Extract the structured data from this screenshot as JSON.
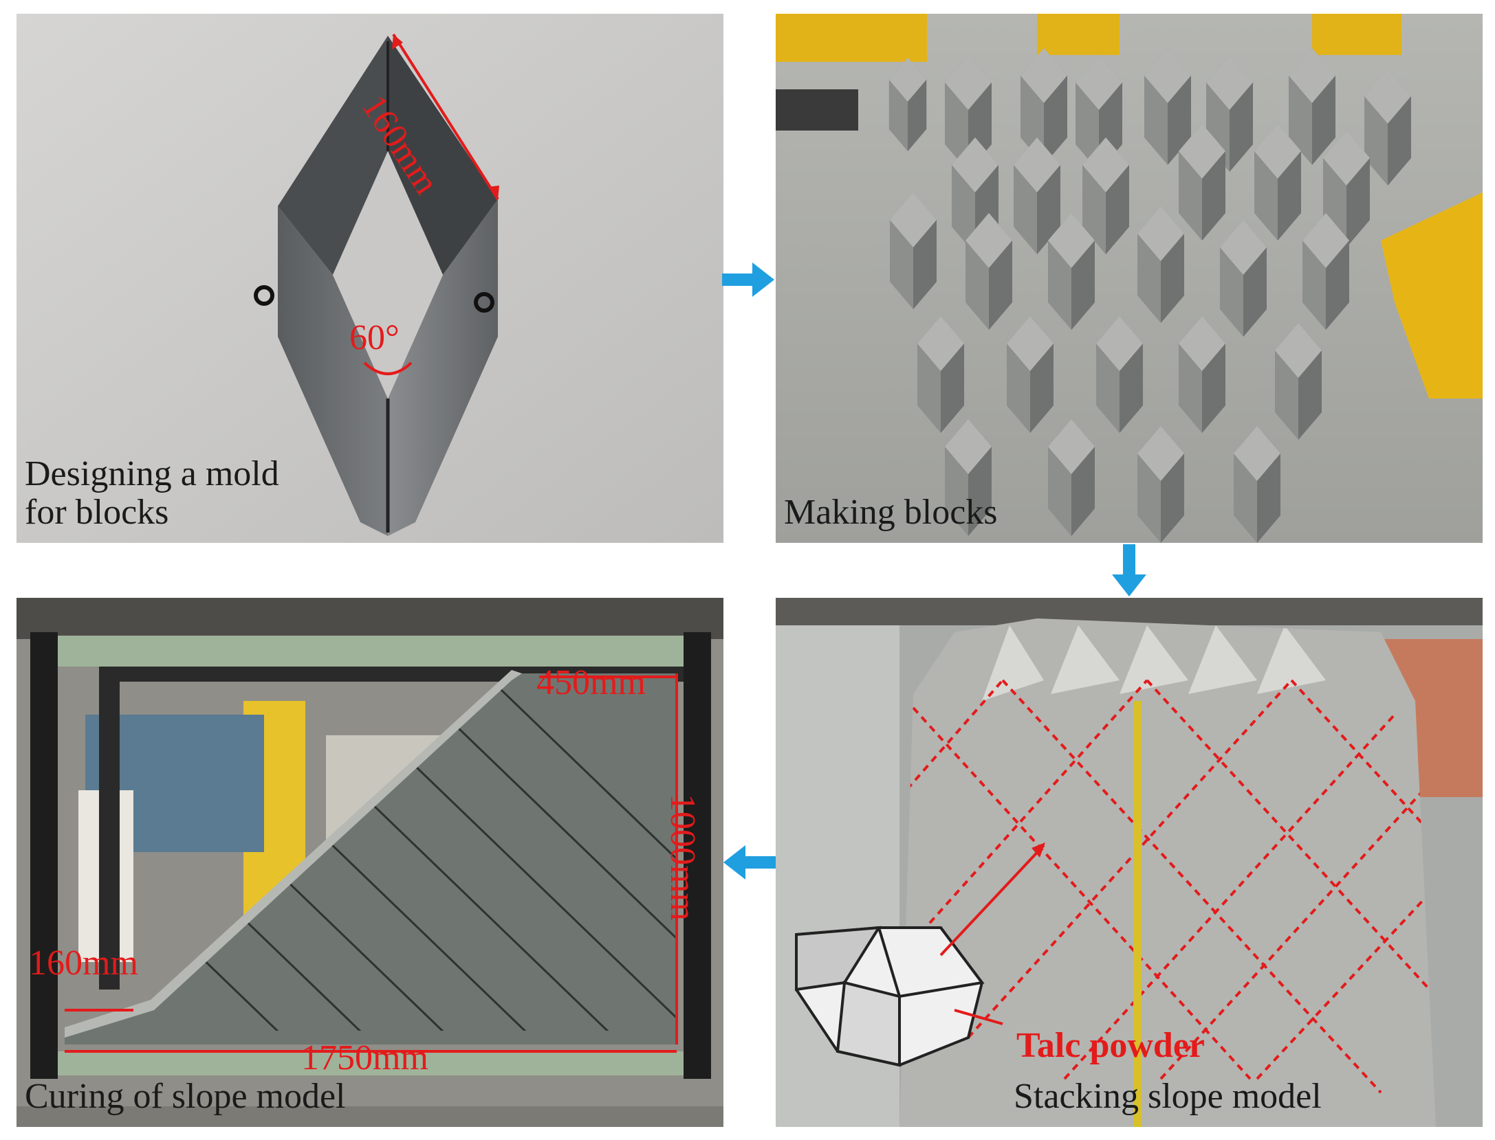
{
  "panels": {
    "mold": {
      "caption": "Designing a mold\nfor blocks",
      "edge_length": "160mm",
      "angle": "60°"
    },
    "blocks": {
      "caption": "Making  blocks"
    },
    "stacking": {
      "caption": "Stacking slope model",
      "material_label": "Talc powder"
    },
    "curing": {
      "caption": "Curing of slope model",
      "top_width": "450mm",
      "height": "1000mm",
      "base_length": "1750mm",
      "toe_width": "160mm"
    }
  },
  "colors": {
    "dimension_red": "#e31b1b",
    "arrow_blue": "#1f9fe0"
  }
}
